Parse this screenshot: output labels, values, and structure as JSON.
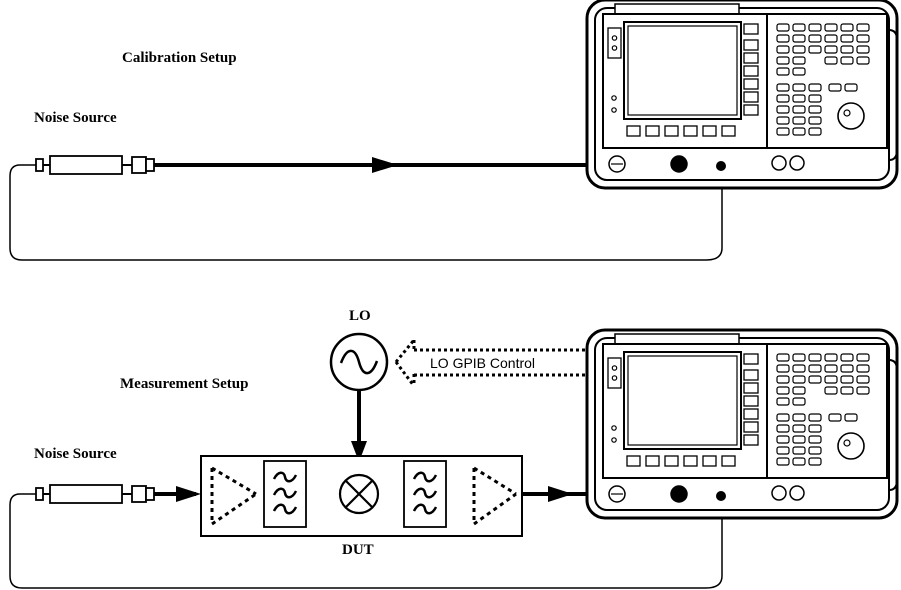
{
  "calibration": {
    "title": "Calibration Setup",
    "noise_source_label": "Noise Source"
  },
  "measurement": {
    "title": "Measurement Setup",
    "noise_source_label": "Noise Source",
    "lo_label": "LO",
    "gpib_label": "LO GPIB Control",
    "dut_label": "DUT"
  },
  "icons": [
    "noise-source-icon",
    "signal-analyzer-icon",
    "oscillator-icon",
    "mixer-icon",
    "bandpass-filter-icon",
    "amplifier-icon"
  ]
}
